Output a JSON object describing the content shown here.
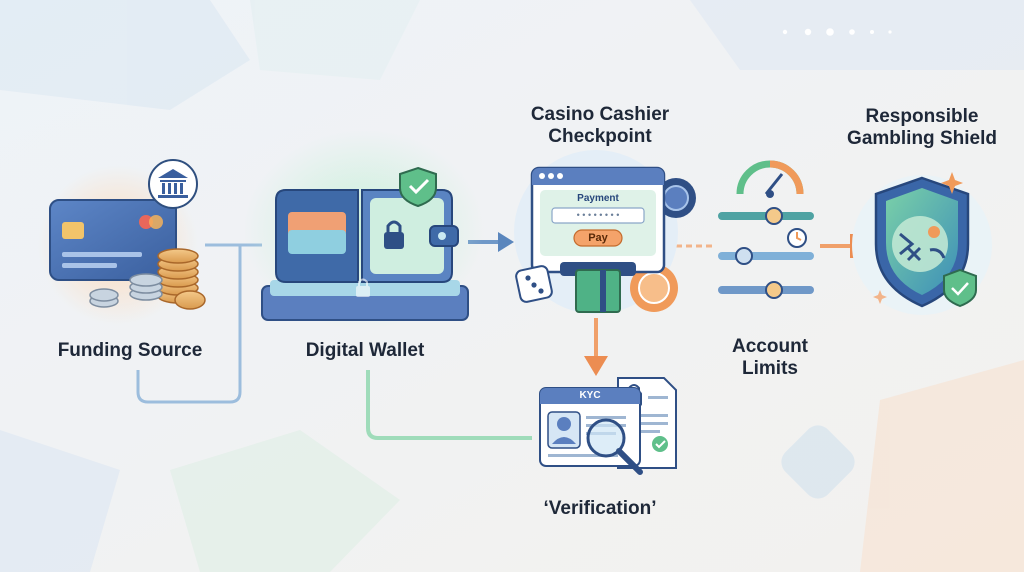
{
  "stages": {
    "funding_source": "Funding Source",
    "digital_wallet": "Digital Wallet",
    "cashier_title_line1": "Casino Cashier",
    "cashier_title_line2": "Checkpoint",
    "account_limits_line1": "Account",
    "account_limits_line2": "Limits",
    "shield_title_line1": "Responsible",
    "shield_title_line2": "Gambling Shield",
    "verification": "‘Verification’"
  },
  "cashier_panel": {
    "payment_label": "Payment",
    "password_mask": "• • • • • • • •",
    "pay_button": "Pay"
  },
  "kyc_card": {
    "header": "KYC"
  },
  "colors": {
    "accent_blue": "#3f6ea8",
    "accent_green": "#5fbf8a",
    "accent_orange": "#f09a5a",
    "connector_blue": "#7fa8d2",
    "connector_green": "#8fd3ad",
    "text_dark": "#1e2838"
  },
  "icons": [
    "bank-icon",
    "credit-card-icon",
    "coin-stack-icon",
    "wallet-icon",
    "lock-icon",
    "check-shield-icon",
    "browser-window-icon",
    "dice-icon",
    "casino-chip-icon",
    "gauge-icon",
    "slider-icon",
    "clock-icon",
    "id-card-icon",
    "magnifier-icon",
    "document-icon",
    "shield-icon"
  ]
}
